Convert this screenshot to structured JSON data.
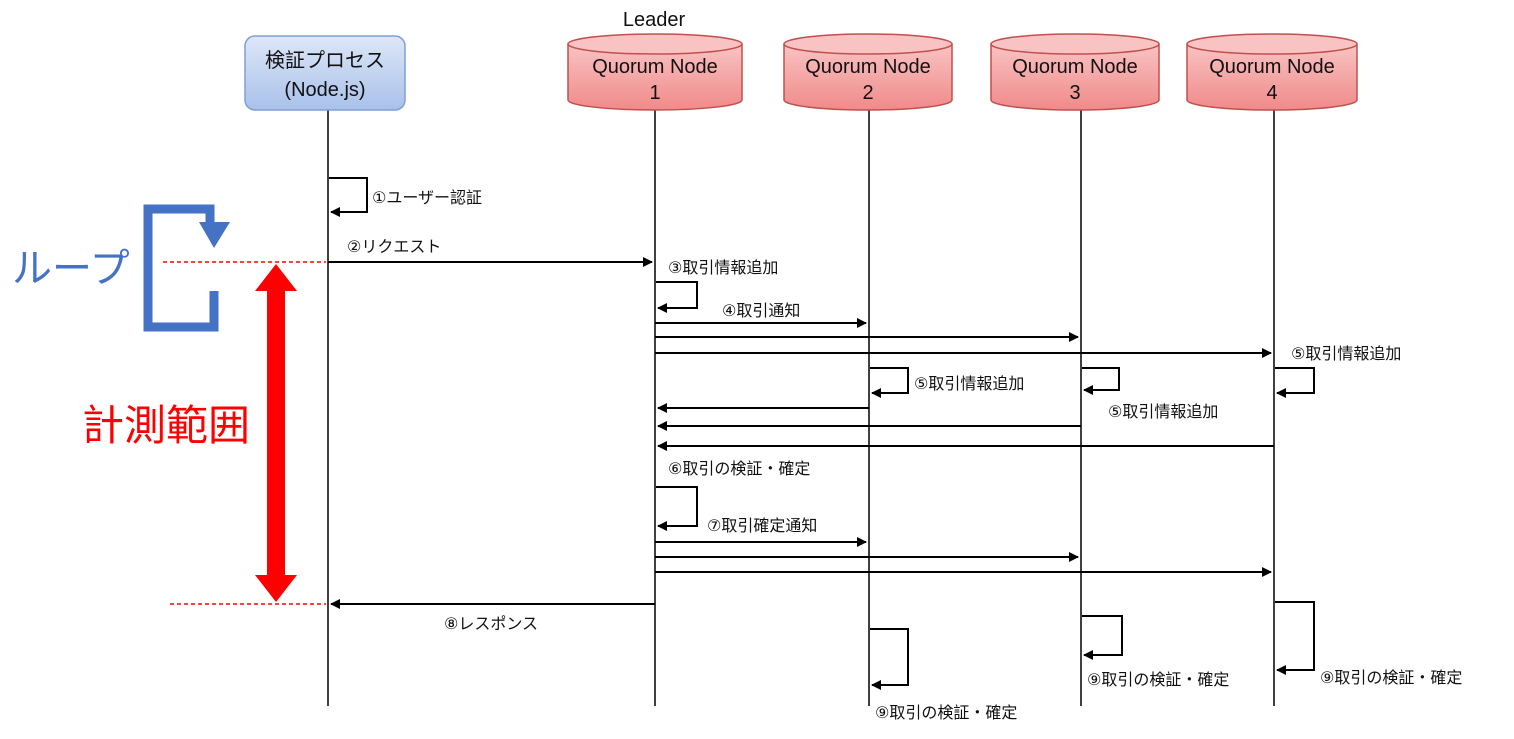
{
  "participants": {
    "verifier": {
      "line1": "検証プロセス",
      "line2": "(Node.js)"
    },
    "node1": {
      "line1": "Quorum Node",
      "line2": "1",
      "note": "Leader"
    },
    "node2": {
      "line1": "Quorum Node",
      "line2": "2"
    },
    "node3": {
      "line1": "Quorum Node",
      "line2": "3"
    },
    "node4": {
      "line1": "Quorum Node",
      "line2": "4"
    }
  },
  "steps": {
    "s1": "①ユーザー認証",
    "s2": "②リクエスト",
    "s3": "③取引情報追加",
    "s4": "④取引通知",
    "s5_node4": "⑤取引情報追加",
    "s5_node2": "⑤取引情報追加",
    "s5_node3": "⑤取引情報追加",
    "s6": "⑥取引の検証・確定",
    "s7": "⑦取引確定通知",
    "s8": "⑧レスポンス",
    "s9_node3": "⑨取引の検証・確定",
    "s9_node4": "⑨取引の検証・確定",
    "s9_node2": "⑨取引の検証・確定"
  },
  "annotations": {
    "loop_label": "ループ",
    "range_label": "計測範囲"
  },
  "colors": {
    "actor_fill": "#c6d7f2",
    "actor_stroke": "#7f9fd6",
    "node_fill": "#f4a6a6",
    "node_stroke": "#c0504d",
    "loop_blue": "#4472c4",
    "range_red": "#ff0000",
    "line": "#000000"
  }
}
